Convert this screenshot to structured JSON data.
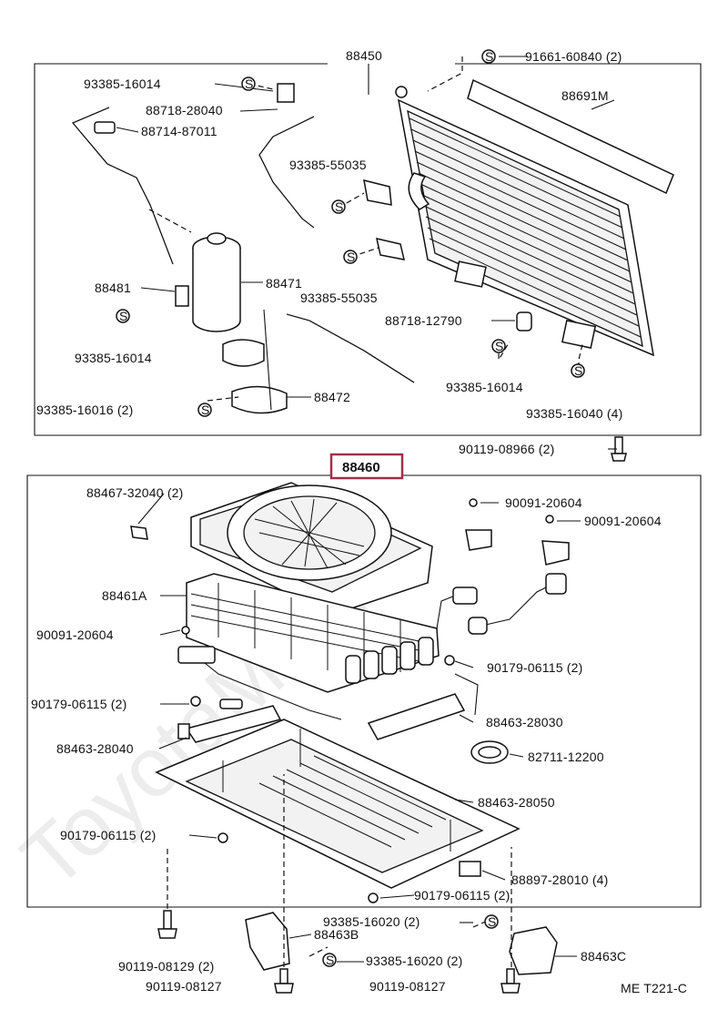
{
  "watermark": "ToyotaMM.ru",
  "footer": "ME  T221-C",
  "upper_group": {
    "label": "88450",
    "callouts": [
      {
        "name": "callout-91661-60840",
        "text": "91661-60840 (2)",
        "symbol": "S"
      },
      {
        "name": "callout-88691m",
        "text": "88691M"
      },
      {
        "name": "callout-93385-16014-a",
        "text": "93385-16014",
        "symbol": "S"
      },
      {
        "name": "callout-88718-28040",
        "text": "88718-28040"
      },
      {
        "name": "callout-88714-87011",
        "text": "88714-87011"
      },
      {
        "name": "callout-93385-55035-a",
        "text": "93385-55035",
        "symbol": "S"
      },
      {
        "name": "callout-88471",
        "text": "88471"
      },
      {
        "name": "callout-88481",
        "text": "88481"
      },
      {
        "name": "callout-93385-55035-b",
        "text": "93385-55035",
        "symbol": "S"
      },
      {
        "name": "callout-93385-16014-b",
        "text": "93385-16014",
        "symbol": "S"
      },
      {
        "name": "callout-88718-12790",
        "text": "88718-12790"
      },
      {
        "name": "callout-93385-16014-c",
        "text": "93385-16014",
        "symbol": "S"
      },
      {
        "name": "callout-88472",
        "text": "88472"
      },
      {
        "name": "callout-93385-16040",
        "text": "93385-16040 (4)",
        "symbol": "S"
      },
      {
        "name": "callout-93385-16016",
        "text": "93385-16016 (2)",
        "symbol": "S"
      },
      {
        "name": "callout-90119-08966",
        "text": "90119-08966 (2)"
      }
    ]
  },
  "lower_group": {
    "label": "88460",
    "label_box_color": "#a0304a",
    "callouts": [
      {
        "name": "callout-88467-32040",
        "text": "88467-32040 (2)"
      },
      {
        "name": "callout-90091-20604-a",
        "text": "90091-20604"
      },
      {
        "name": "callout-90091-20604-b",
        "text": "90091-20604"
      },
      {
        "name": "callout-88461a",
        "text": "88461A"
      },
      {
        "name": "callout-90091-20604-c",
        "text": "90091-20604"
      },
      {
        "name": "callout-90179-06115-a",
        "text": "90179-06115 (2)"
      },
      {
        "name": "callout-90179-06115-b",
        "text": "90179-06115 (2)"
      },
      {
        "name": "callout-88463-28030",
        "text": "88463-28030"
      },
      {
        "name": "callout-88463-28040",
        "text": "88463-28040"
      },
      {
        "name": "callout-82711-12200",
        "text": "82711-12200"
      },
      {
        "name": "callout-88463-28050",
        "text": "88463-28050"
      },
      {
        "name": "callout-90179-06115-c",
        "text": "90179-06115 (2)"
      },
      {
        "name": "callout-88897-28010",
        "text": "88897-28010 (4)"
      },
      {
        "name": "callout-90179-06115-d",
        "text": "90179-06115 (2)"
      },
      {
        "name": "callout-93385-16020-a",
        "text": "93385-16020 (2)",
        "symbol": "S"
      },
      {
        "name": "callout-88463b",
        "text": "88463B"
      },
      {
        "name": "callout-90119-08129",
        "text": "90119-08129 (2)"
      },
      {
        "name": "callout-93385-16020-b",
        "text": "93385-16020 (2)",
        "symbol": "S"
      },
      {
        "name": "callout-88463c",
        "text": "88463C"
      },
      {
        "name": "callout-90119-08127-a",
        "text": "90119-08127"
      },
      {
        "name": "callout-90119-08127-b",
        "text": "90119-08127"
      }
    ]
  }
}
